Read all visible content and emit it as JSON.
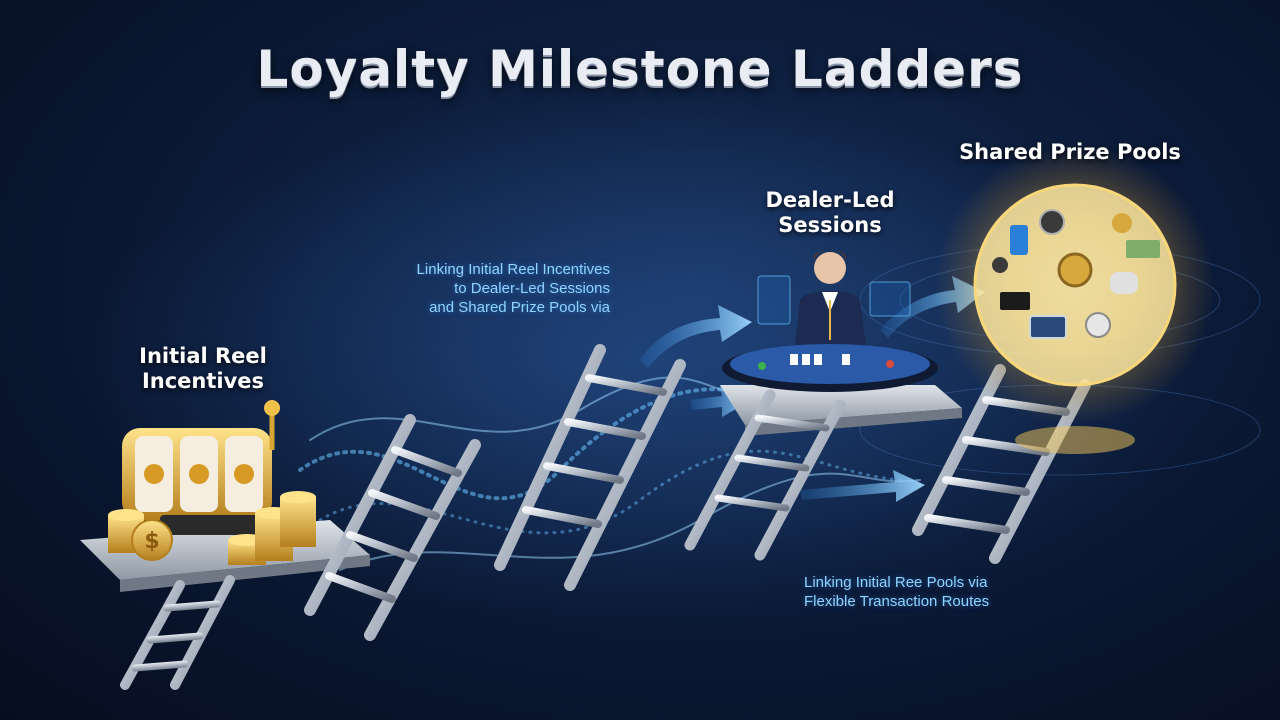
{
  "title": "Loyalty Milestone Ladders",
  "stages": {
    "reels": {
      "line1": "Initial Reel",
      "line2": "Incentives"
    },
    "dealer": {
      "line1": "Dealer-Led",
      "line2": "Sessions"
    },
    "prizes": {
      "line1": "Shared Prize Pools"
    }
  },
  "annotations": {
    "top": {
      "line1": "Linking Initial Reel Incentives",
      "line2": "to Dealer-Led Sessions",
      "line3": "and Shared Prize Pools via"
    },
    "bottom": {
      "line1": "Linking Initial Ree Pools via",
      "line2": "Flexible Transaction Routes"
    }
  },
  "icons": [
    "slot-machine-icon",
    "gold-coin-stack-icon",
    "dealer-figure-icon",
    "card-table-icon",
    "wristwatch-icon",
    "ladder-icon",
    "arrow-icon"
  ],
  "colors": {
    "background": "#0c1c3a",
    "accent_glow": "#6cc4ff",
    "gold": "#e8b94a",
    "metal": "#c9d0da"
  }
}
